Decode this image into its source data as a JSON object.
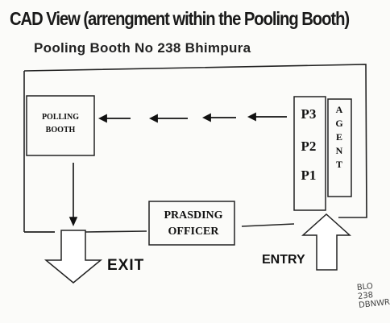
{
  "header": {
    "title": "CAD View (arrengment within the Pooling Booth)",
    "subtitle": "Pooling Booth No 238 Bhimpura"
  },
  "diagram": {
    "polling_booth_label": "POLLING\nBOOTH",
    "officer_label": "PRASDING\nOFFICER",
    "queue": [
      "P3",
      "P2",
      "P1"
    ],
    "agent_letters": [
      "A",
      "G",
      "E",
      "N",
      "T"
    ],
    "exit_label": "EXIT",
    "entry_label": "ENTRY"
  },
  "handwritten_note": [
    "BLO",
    "238",
    "DBNWR"
  ]
}
